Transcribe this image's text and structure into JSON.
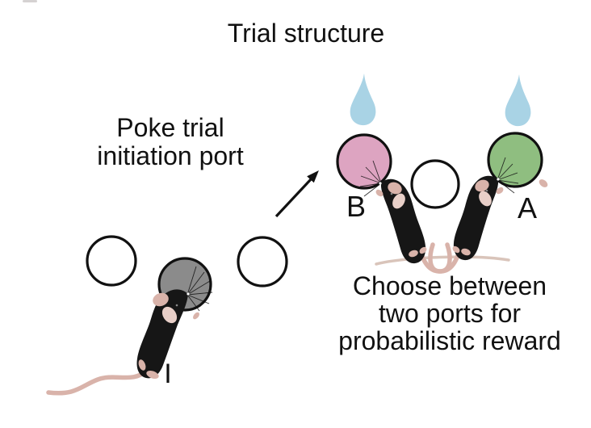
{
  "figure": {
    "title": "Trial structure",
    "initiation_scene": {
      "caption_lines": [
        "Poke trial",
        "initiation port"
      ],
      "port_label": "I"
    },
    "choice_scene": {
      "left_port_label": "B",
      "right_port_label": "A",
      "caption_lines": [
        "Choose between",
        "two ports for",
        "probabilistic reward"
      ]
    },
    "icons": {
      "droplet": "water-droplet-icon",
      "arrow": "arrow-up-right-icon"
    },
    "colors": {
      "background": "#ffffff",
      "outline": "#111111",
      "initiation_port": "#8b8b8b",
      "port_b": "#dda4c1",
      "port_a": "#8fbe80",
      "empty_port": "#ffffff",
      "droplet": "#a9d3e5",
      "mouse_body": "#161616",
      "mouse_pink": "#d9b3aa",
      "mouse_pink_light": "#e8cfc8",
      "ground": "#d9c4ba"
    }
  }
}
